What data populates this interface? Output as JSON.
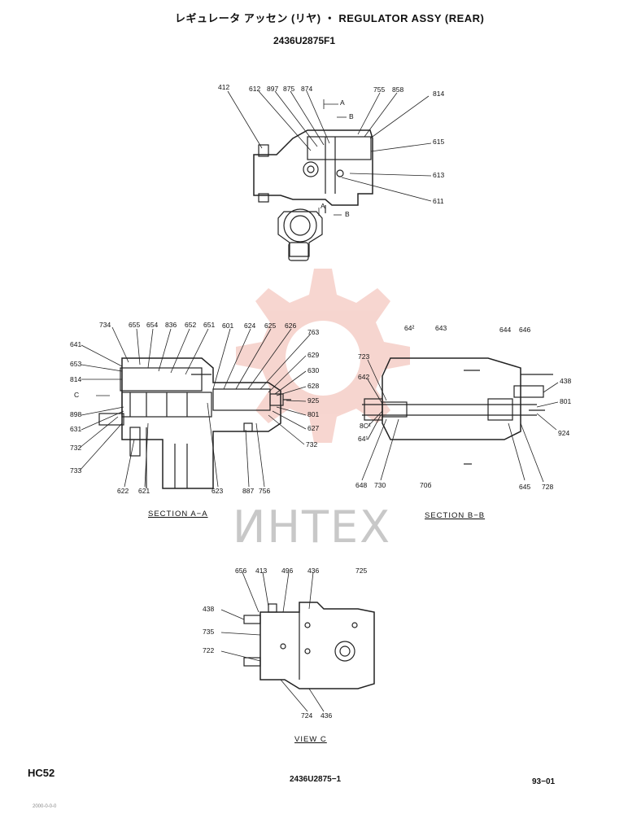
{
  "header": {
    "title": "レギュレータ アッセン (リヤ) ・ REGULATOR ASSY (REAR)",
    "part_code": "2436U2875F1"
  },
  "top_view": {
    "labels": [
      "412",
      "612",
      "897",
      "875",
      "874",
      "755",
      "858",
      "814",
      "615",
      "613",
      "611"
    ],
    "arrows": [
      "A",
      "B",
      "A",
      "B"
    ]
  },
  "section_aa": {
    "caption": "SECTION A−A",
    "left_labels": [
      "734",
      "641",
      "653",
      "814",
      "C",
      "898",
      "631",
      "732",
      "733"
    ],
    "top_labels": [
      "655",
      "654",
      "836",
      "652",
      "651",
      "601",
      "624",
      "625",
      "626",
      "763"
    ],
    "right_labels": [
      "629",
      "630",
      "628",
      "925",
      "801",
      "627",
      "732"
    ],
    "bottom_labels": [
      "622",
      "621",
      "623",
      "887",
      "756"
    ]
  },
  "section_bb": {
    "caption": "SECTION B−B",
    "top_labels": [
      "64²",
      "643",
      "644",
      "646"
    ],
    "left_labels": [
      "723",
      "642",
      "8C¹",
      "64¹"
    ],
    "right_labels": [
      "438",
      "801",
      "924"
    ],
    "bottom_labels": [
      "648",
      "730",
      "70б",
      "645",
      "728"
    ]
  },
  "view_c": {
    "caption": "VIEW C",
    "top_labels": [
      "656",
      "413",
      "496",
      "436",
      "725"
    ],
    "left_labels": [
      "438",
      "735",
      "722"
    ],
    "bottom_labels": [
      "724",
      "436"
    ]
  },
  "watermark": {
    "text": "ИНТЕХ",
    "color": "#e8503a"
  },
  "footer": {
    "model": "HC52",
    "drawing_no": "2436U2875−1",
    "date": "93−01",
    "tiny": "2000-0-0-0"
  }
}
